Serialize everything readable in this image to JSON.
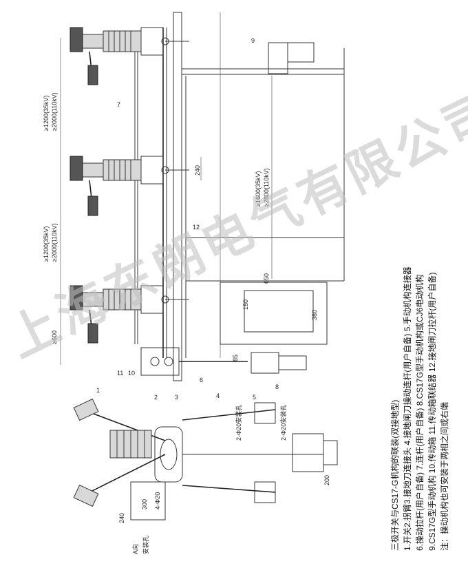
{
  "watermark": "上海东朗电气有限公司",
  "dimensions": {
    "span_upper": "≥1200(35kV)",
    "span_upper_2": "≥2000(110kV)",
    "span_middle": "≥1200(35kV)",
    "span_middle_2": "≥2000(110kV)",
    "span_lower": "≥600",
    "mech_height": "≥1600(35kV)",
    "mech_height_2": "≥2800(110kV)",
    "d240": "240",
    "d650": "650",
    "d150": "150",
    "d380": "380",
    "d85": "85",
    "d300": "300",
    "d240b": "240",
    "d4phi20": "4-Φ20",
    "d200": "200",
    "hole_label_1": "2-Φ20安装孔",
    "hole_label_2": "2-Φ20安装孔",
    "view_label": "A向",
    "view_sub": "安装孔"
  },
  "callouts": [
    "1",
    "2",
    "3",
    "4",
    "5",
    "6",
    "7",
    "8",
    "9",
    "10",
    "11",
    "12"
  ],
  "notes": [
    "三极开关与CS17-G机构的联装(双接地型)",
    "1.开关2.拐臂3.接地刀连接头  4.接地闸刀操动连杆(用户自备)  5.手动机构连接器",
    "6.操动拉杆(用户自备)  7.连杆(用户自备)  8.CS17G型手动机构或CJ6电动机构",
    "9.CS17G型手动机构  10.传动箱  11.传动箱联结器  12.接地闸刀拉杆(用户自备)",
    "注：操动机构也可安装于两相之间或右端"
  ]
}
